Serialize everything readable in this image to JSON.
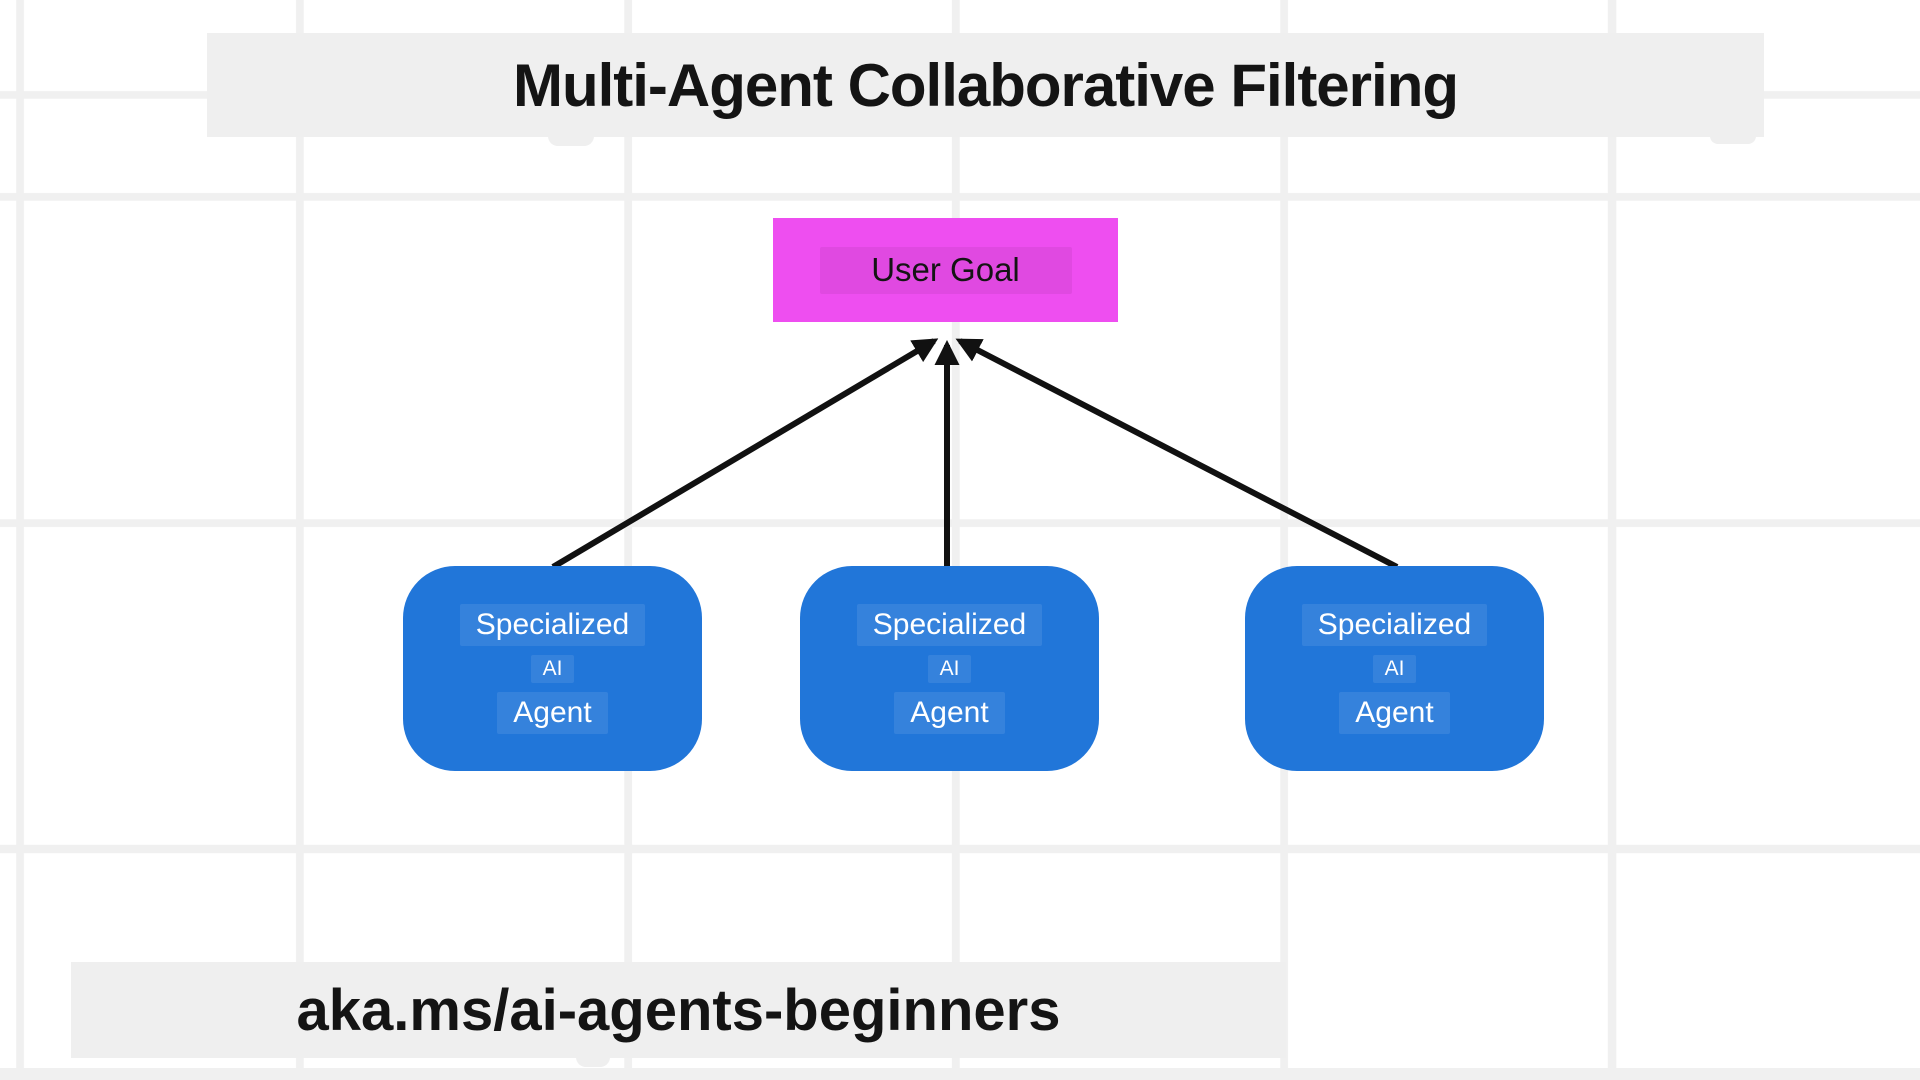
{
  "canvas": {
    "background_color": "#ffffff",
    "grid_line_color": "#f0f0f0",
    "banner_color": "#efefef"
  },
  "header": {
    "title": "Multi-Agent Collaborative Filtering",
    "text_color": "#141414"
  },
  "footer": {
    "link_text": "aka.ms/ai-agents-beginners",
    "text_color": "#141414"
  },
  "diagram": {
    "goal_node": {
      "label": "User Goal",
      "fill_color": "#ee4ef0",
      "text_color": "#141414"
    },
    "agent_nodes": [
      {
        "line1": "Specialized",
        "line2": "AI",
        "line3": "Agent"
      },
      {
        "line1": "Specialized",
        "line2": "AI",
        "line3": "Agent"
      },
      {
        "line1": "Specialized",
        "line2": "AI",
        "line3": "Agent"
      }
    ],
    "agent_fill_color": "#2176d9",
    "agent_text_color": "#ffffff",
    "edge_color": "#111111",
    "edges": [
      {
        "from": "specialized-ai-agent-1",
        "to": "user-goal"
      },
      {
        "from": "specialized-ai-agent-2",
        "to": "user-goal"
      },
      {
        "from": "specialized-ai-agent-3",
        "to": "user-goal"
      }
    ]
  }
}
